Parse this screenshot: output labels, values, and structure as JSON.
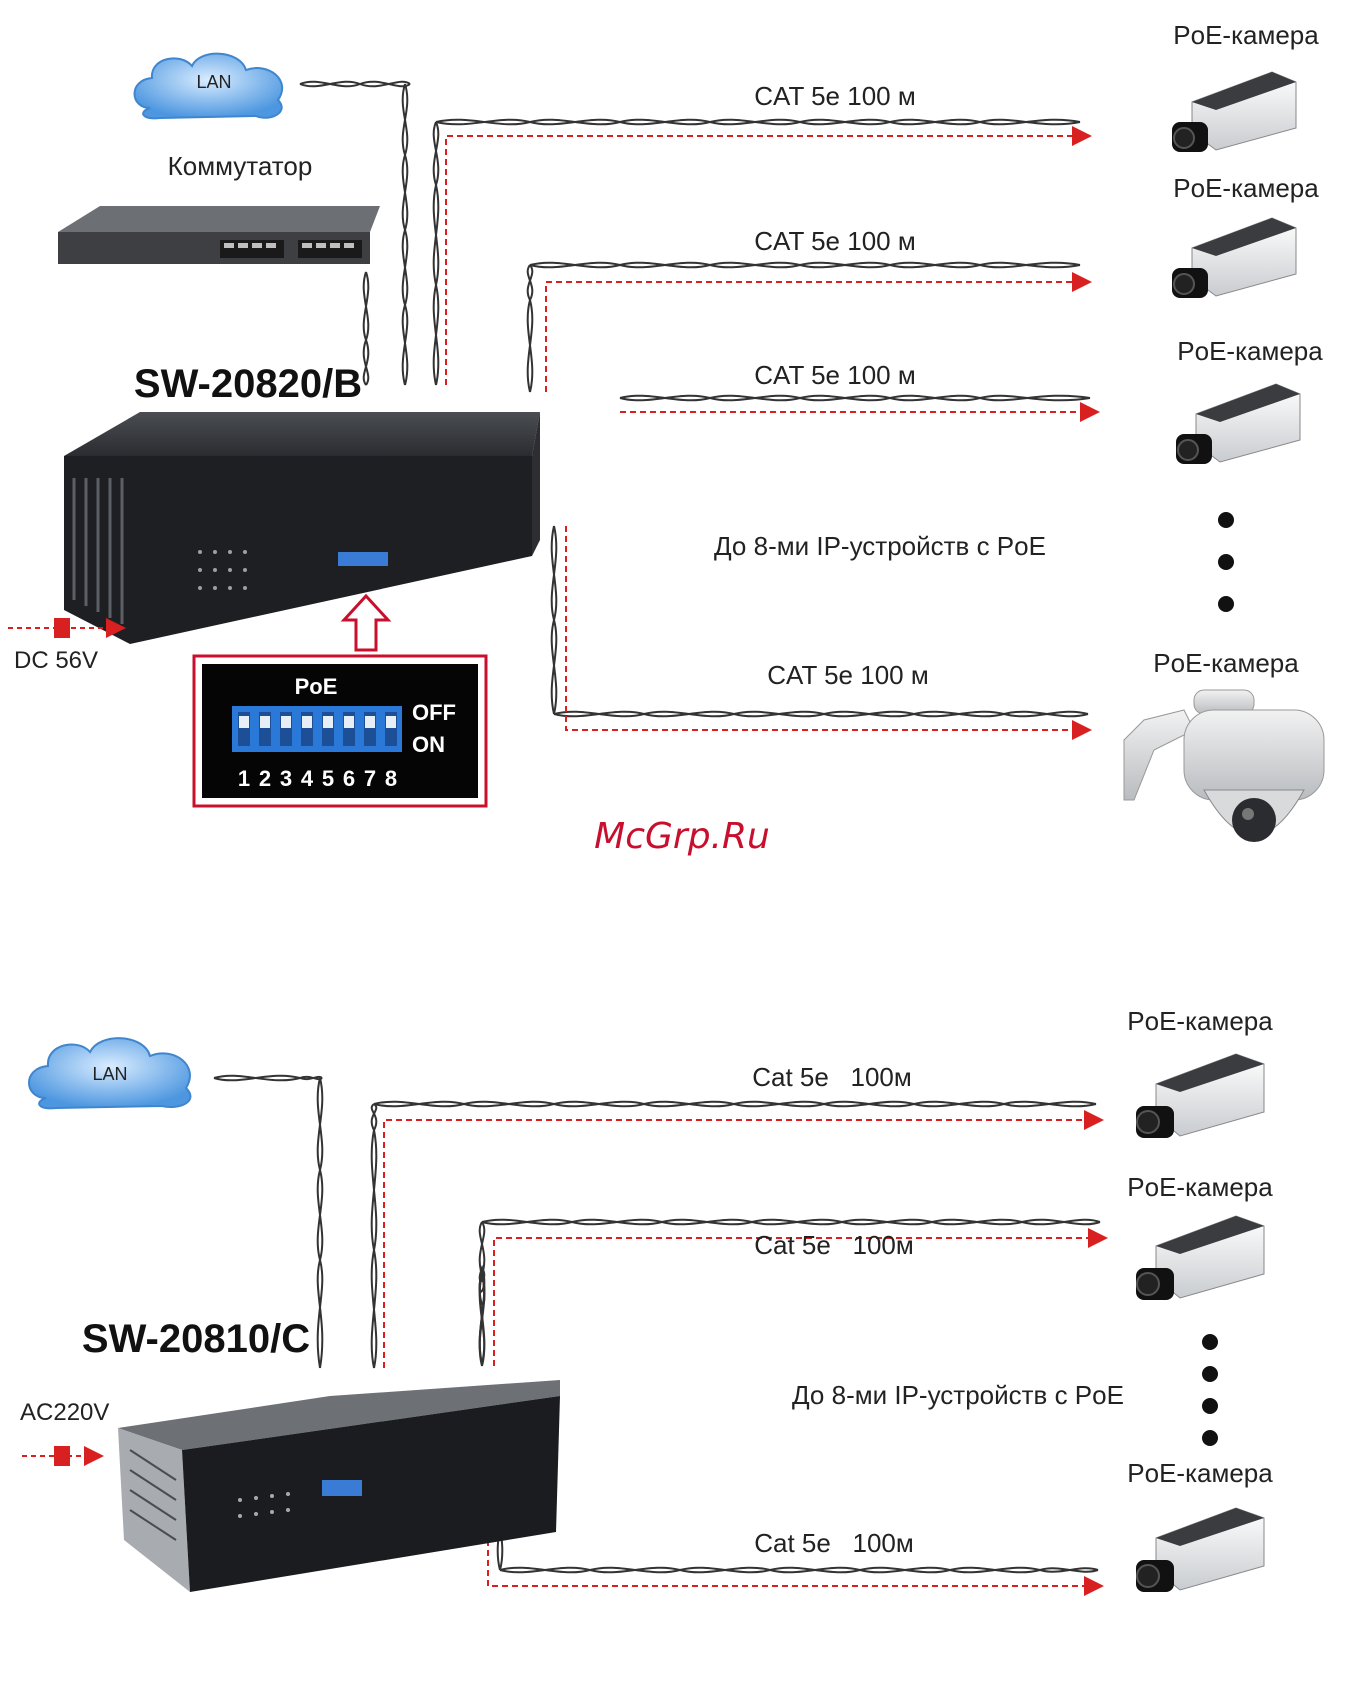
{
  "top": {
    "lan": "LAN",
    "switch_label": "Коммутатор",
    "model": "SW-20820/B",
    "power": "DC 56V",
    "cable_labels": [
      "CAT 5e 100 м",
      "CAT 5e 100 м",
      "CAT 5e 100 м",
      "CAT 5e 100 м"
    ],
    "camera_labels": [
      "PoE-камера",
      "PoE-камера",
      "PoE-камера",
      "PoE-камера"
    ],
    "devices_note": "До 8-ми IP-устройств с PoE",
    "dip": {
      "title": "PoE",
      "off": "OFF",
      "on": "ON",
      "numbers": [
        "1",
        "2",
        "3",
        "4",
        "5",
        "6",
        "7",
        "8"
      ]
    }
  },
  "bottom": {
    "lan": "LAN",
    "model": "SW-20810/C",
    "power": "AC220V",
    "cable_labels": [
      "Cat 5e   100м",
      "Cat 5e   100м",
      "Cat 5e   100м"
    ],
    "camera_labels": [
      "PoE-камера",
      "PoE-камера",
      "PoE-камера"
    ],
    "devices_note": "До 8-ми IP-устройств с PoE"
  },
  "watermark": "McGrp.Ru",
  "colors": {
    "cable": "#333333",
    "power_line": "#d92020",
    "accent_red": "#c8102e",
    "cloud": "#6aaee8",
    "switch_body": "#1d1f22",
    "dip_blue": "#2a78d8"
  },
  "icons": [
    "lan-cloud-icon",
    "switch-device-icon",
    "poe-camera-icon",
    "dome-camera-icon",
    "lightning-bolt-icon",
    "up-arrow-icon"
  ]
}
